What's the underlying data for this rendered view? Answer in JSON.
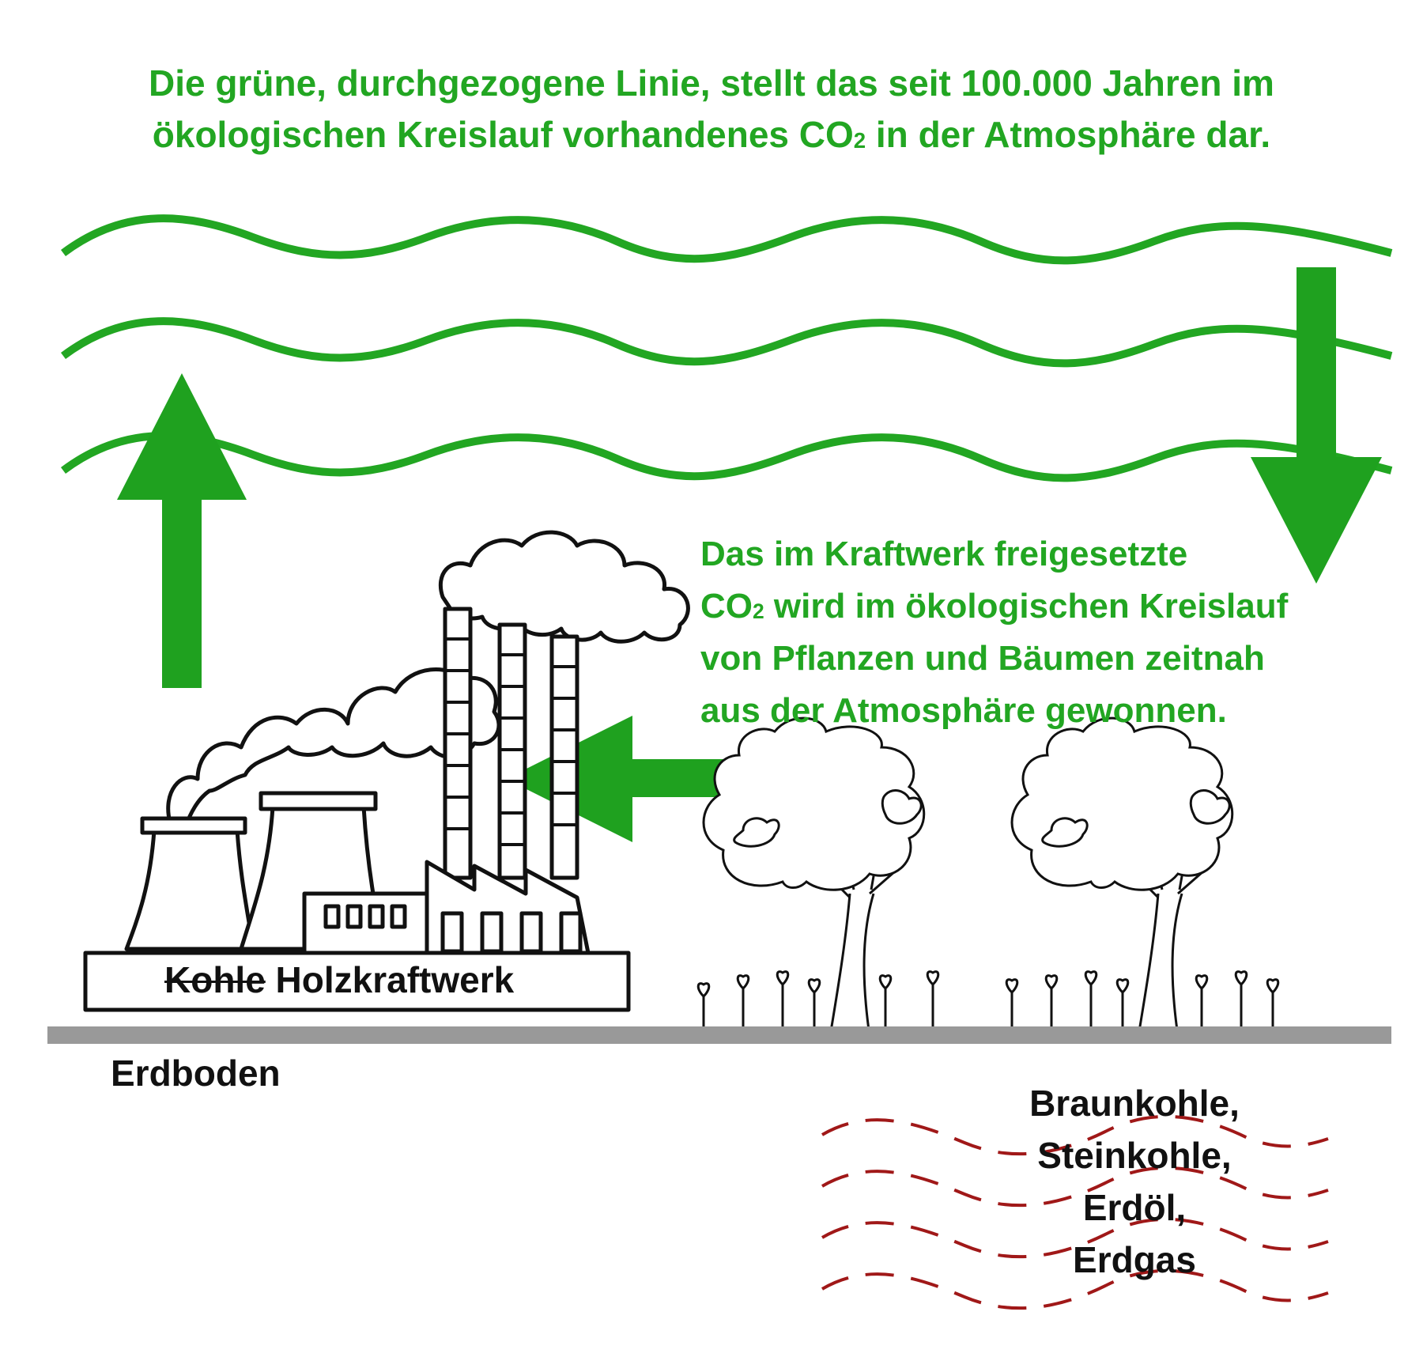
{
  "header": {
    "line1": "Die grüne, durchgezogene Linie, stellt das seit 100.000 Jahren im",
    "line2_before": "ökologischen Kreislauf vorhandenes CO",
    "line2_sub": "2",
    "line2_after": " in der Atmosphäre dar."
  },
  "explanation": {
    "line1": "Das im Kraftwerk freigesetzte",
    "line2_before": "CO",
    "line2_sub": "2",
    "line2_after": " wird im ökologischen Kreislauf",
    "line3": "von Pflanzen und Bäumen zeitnah",
    "line4": "aus der Atmosphäre gewonnen."
  },
  "power_plant": {
    "label_struck": "Kohle",
    "label_main": " Holzkraftwerk"
  },
  "ground": {
    "label": "Erdboden"
  },
  "fossil": {
    "lines": [
      "Braunkohle,",
      "Steinkohle,",
      "Erdöl,",
      "Erdgas"
    ]
  },
  "colors": {
    "green": "#22a622",
    "ground": "#999999",
    "fossil_waves": "#a01818",
    "outline": "#111111"
  },
  "icons": [
    "arrow-up-icon",
    "arrow-down-icon",
    "arrow-left-icon",
    "power-plant-icon",
    "tree-icon",
    "bird-icon",
    "tulip-icon",
    "smoke-cloud-icon"
  ]
}
